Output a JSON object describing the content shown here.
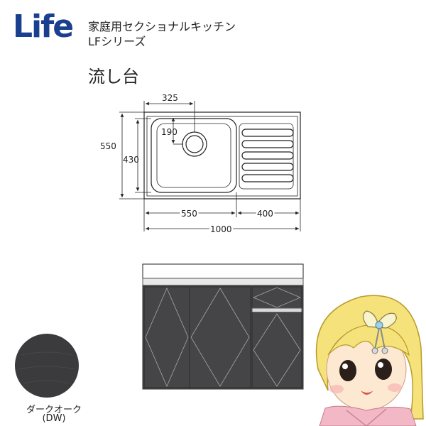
{
  "brand": {
    "logo_text": "Life",
    "logo_color": "#1a3f8f"
  },
  "header": {
    "series_line1": "家庭用セクショナルキッチン",
    "series_line2": "LFシリーズ",
    "product": "流し台"
  },
  "plan_view": {
    "dim_top": "325",
    "dim_drain_offset": "190",
    "dim_depth_outer": "550",
    "dim_depth_inner": "430",
    "dim_sink_width": "550",
    "dim_drainboard_width": "400",
    "dim_total_width": "1000"
  },
  "color_option": {
    "name": "ダークオーク",
    "code": "(DW)",
    "swatch_color": "#3b3b3d"
  }
}
